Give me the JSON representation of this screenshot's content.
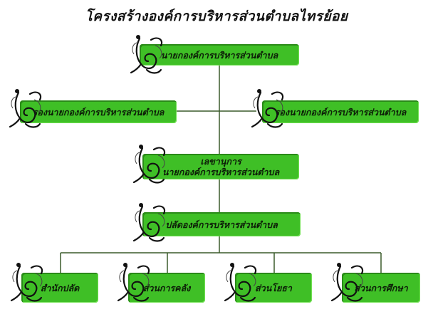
{
  "title": "โครงสร้างองค์การบริหารส่วนตำบลไทรย้อย",
  "nodes": {
    "chief": "นายกองค์การบริหารส่วนตำบล",
    "deputy_left": "รองนายกองค์การบริหารส่วนตำบล",
    "deputy_right": "รองนายกองค์การบริหารส่วนตำบล",
    "secretary_line1": "เลขานุการ",
    "secretary_line2": "นายกองค์การบริหารส่วนตำบล",
    "clerk": "ปลัดองค์การบริหารส่วนตำบล",
    "dept1": "สำนักปลัด",
    "dept2": "ส่วนการคลัง",
    "dept3": "ส่วนโยธา",
    "dept4": "ส่วนการศึกษา"
  },
  "colors": {
    "box": "#3fbf26",
    "line": "#3a5a2a",
    "ornament": "#111111"
  },
  "icon": "swirl-ornament-icon"
}
